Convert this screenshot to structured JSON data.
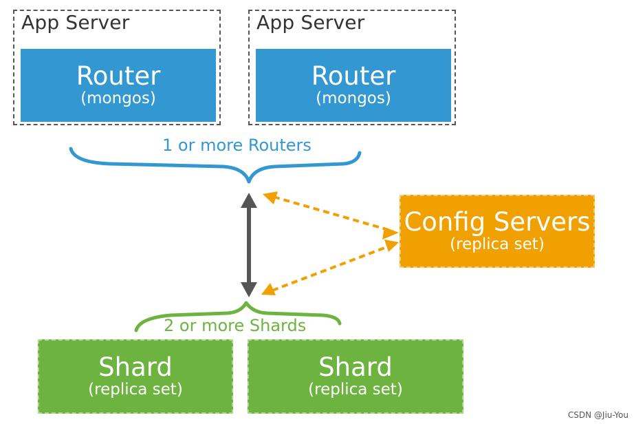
{
  "app_servers": [
    {
      "label": "App Server",
      "router": {
        "title": "Router",
        "subtitle": "(mongos)"
      }
    },
    {
      "label": "App Server",
      "router": {
        "title": "Router",
        "subtitle": "(mongos)"
      }
    }
  ],
  "routers_caption": "1 or more Routers",
  "config": {
    "title": "Config Servers",
    "subtitle": "(replica set)"
  },
  "shards_caption": "2 or more Shards",
  "shards": [
    {
      "title": "Shard",
      "subtitle": "(replica set)"
    },
    {
      "title": "Shard",
      "subtitle": "(replica set)"
    }
  ],
  "watermark": "CSDN @Jiu-You",
  "colors": {
    "router": "#3398d2",
    "config": "#f0a000",
    "shard": "#6db33f",
    "arrow": "#555555"
  }
}
